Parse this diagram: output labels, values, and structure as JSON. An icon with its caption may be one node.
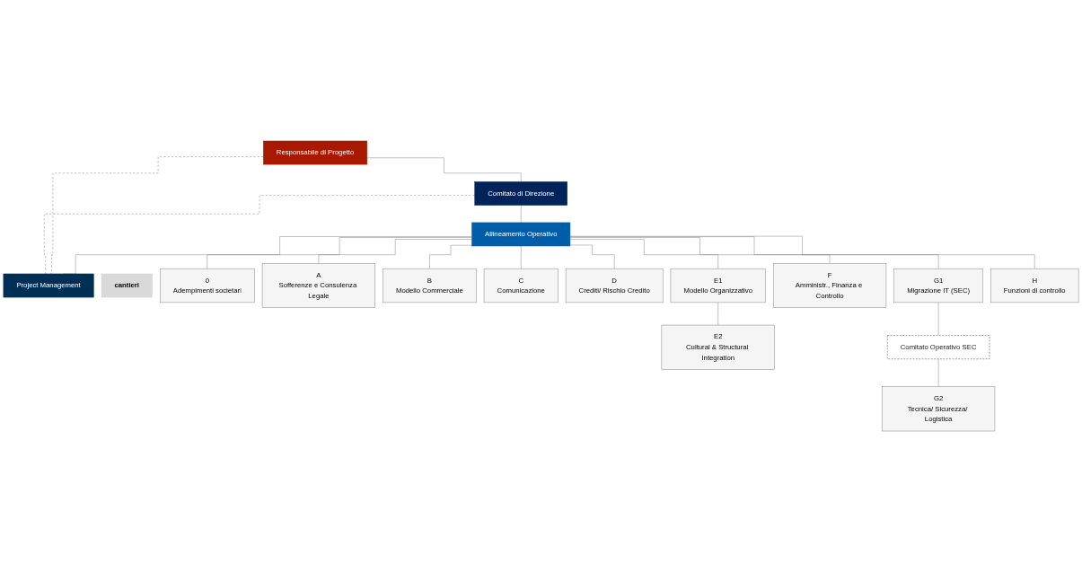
{
  "diagram": {
    "nodes": [
      {
        "text": [
          "Responsabile di Progetto"
        ]
      },
      {
        "text": [
          "Comitato di Direzione"
        ]
      },
      {
        "text": [
          "Allineamento Operativo"
        ]
      },
      {
        "text": [
          "Project Management"
        ]
      },
      {
        "text": [
          "cantieri"
        ]
      },
      {
        "text": [
          "0",
          "Adempimenti societari"
        ]
      },
      {
        "text": [
          "A",
          "Sofferenze e Consulenza Legale"
        ]
      },
      {
        "text": [
          "B",
          "Modello Commerciale"
        ]
      },
      {
        "text": [
          "C",
          "Comunicazione"
        ]
      },
      {
        "text": [
          "D",
          "Crediti/ Rischio Credito"
        ]
      },
      {
        "text": [
          "E1",
          "Modello Organizzativo"
        ]
      },
      {
        "text": [
          "F",
          "Amministr., Finanza e Controllo"
        ]
      },
      {
        "text": [
          "G1",
          "Migrazione IT (SEC)"
        ]
      },
      {
        "text": [
          "H",
          "Funzioni di controllo"
        ]
      },
      {
        "text": [
          "E2",
          "Cultural & Structural Integration"
        ]
      },
      {
        "text": [
          "Comitato Operativo SEC"
        ]
      },
      {
        "text": [
          "G2",
          "Tecnica/ Sicurezza/ Logistica"
        ]
      }
    ],
    "edges": [
      {
        "from": 0,
        "to": 1,
        "arrow": "none"
      },
      {
        "from": 1,
        "to": 2,
        "arrow": "none"
      },
      {
        "from": 2,
        "to": 3,
        "arrow": "none"
      },
      {
        "from": 0,
        "to": 3,
        "arrow": "none",
        "style": "dashed"
      },
      {
        "from": 1,
        "to": 3,
        "arrow": "none",
        "style": "dashed"
      },
      {
        "from": 2,
        "to": 5,
        "arrow": "none"
      },
      {
        "from": 2,
        "to": 6,
        "arrow": "none"
      },
      {
        "from": 2,
        "to": 7,
        "arrow": "none"
      },
      {
        "from": 2,
        "to": 8,
        "arrow": "none"
      },
      {
        "from": 2,
        "to": 9,
        "arrow": "none"
      },
      {
        "from": 2,
        "to": 10,
        "arrow": "none"
      },
      {
        "from": 2,
        "to": 11,
        "arrow": "none"
      },
      {
        "from": 2,
        "to": 12,
        "arrow": "none"
      },
      {
        "from": 2,
        "to": 13,
        "arrow": "none"
      },
      {
        "from": 10,
        "to": 14,
        "arrow": "none"
      },
      {
        "from": 12,
        "to": 15,
        "arrow": "none"
      },
      {
        "from": 15,
        "to": 16,
        "arrow": "none"
      }
    ]
  }
}
